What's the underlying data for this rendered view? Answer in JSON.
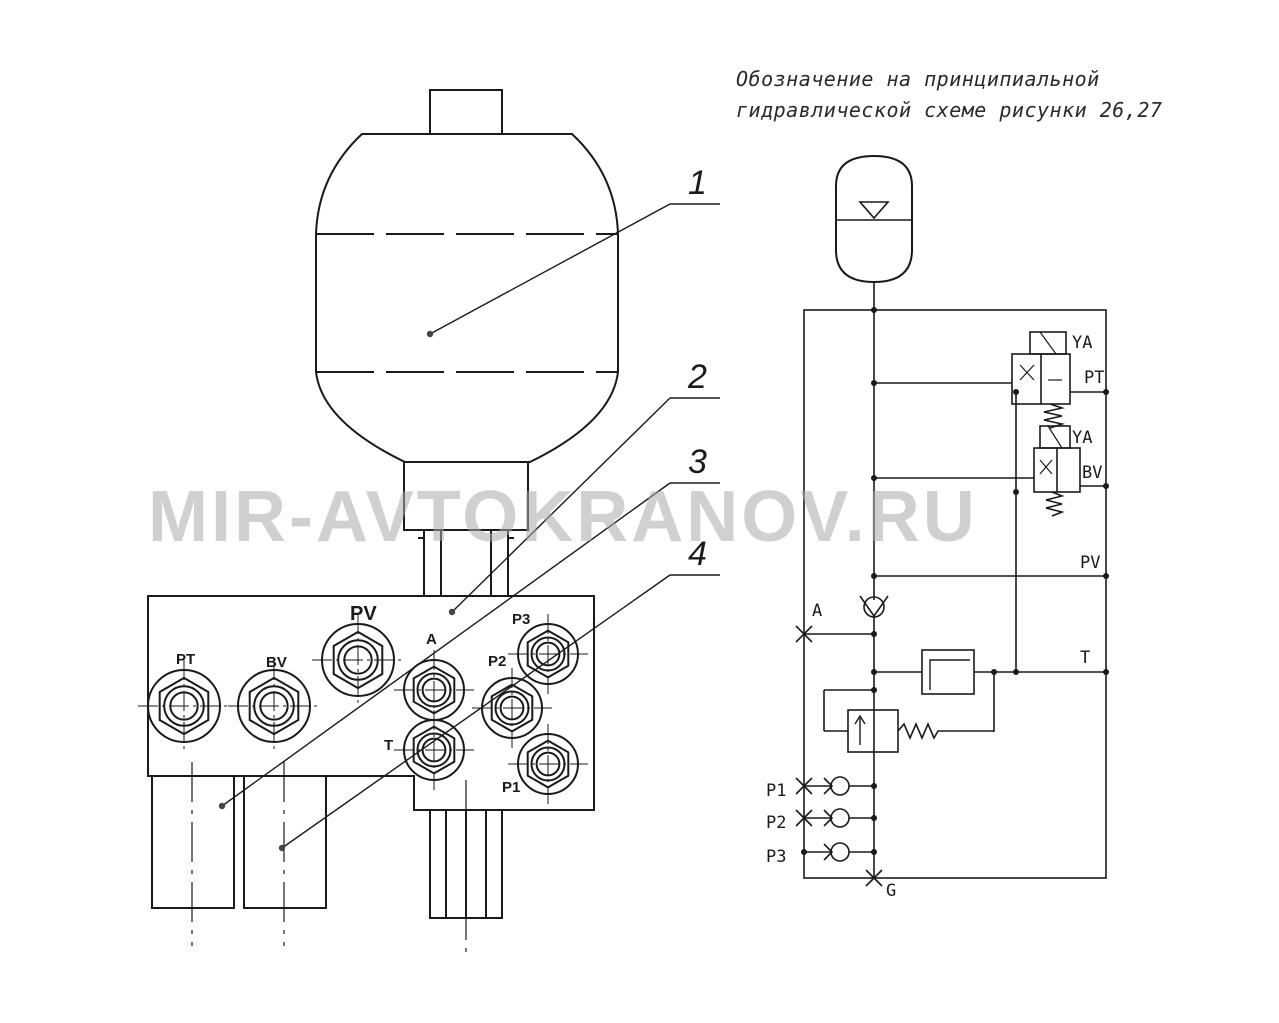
{
  "caption": {
    "line1": "Обозначение  на принципиальной",
    "line2": "гидравлической схеме рисунки 26,27"
  },
  "watermark": "MIR-AVTOKRANOV.RU",
  "callouts": [
    "1",
    "2",
    "3",
    "4"
  ],
  "block_ports": {
    "pt": "PT",
    "bv": "BV",
    "pv": "PV",
    "a": "A",
    "t": "T",
    "p1": "P1",
    "p2": "P2",
    "p3": "P3"
  },
  "schematic_labels": {
    "ya_top": "YA",
    "pt": "PT",
    "ya_bottom": "YA",
    "bv": "BV",
    "pv": "PV",
    "a": "A",
    "t": "T",
    "p1": "P1",
    "p2": "P2",
    "p3": "P3",
    "g": "G"
  }
}
